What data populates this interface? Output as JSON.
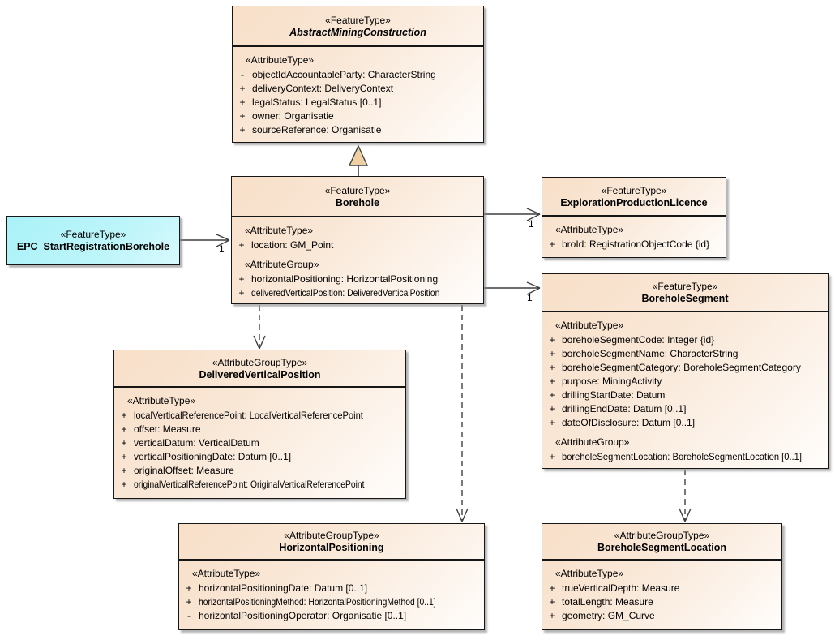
{
  "colors": {
    "box_fill_start": "#f8dfc8",
    "box_fill_end": "#ffffff",
    "epc_fill": "#a9f2f8",
    "generalization_triangle_fill": "#efd0a2",
    "connector_line": "#3f3f3f",
    "box_border": "#161616"
  },
  "boxes": {
    "amc": {
      "stereotype": "«FeatureType»",
      "name": "AbstractMiningConstruction",
      "attr_header": "«AttributeType»",
      "rows": [
        {
          "vis": "-",
          "text": "objectIdAccountableParty: CharacterString"
        },
        {
          "vis": "+",
          "text": "deliveryContext: DeliveryContext"
        },
        {
          "vis": "+",
          "text": "legalStatus: LegalStatus [0..1]"
        },
        {
          "vis": "+",
          "text": "owner: Organisatie"
        },
        {
          "vis": "+",
          "text": "sourceReference: Organisatie"
        }
      ]
    },
    "borehole": {
      "stereotype": "«FeatureType»",
      "name": "Borehole",
      "attr_header": "«AttributeType»",
      "rows": [
        {
          "vis": "+",
          "text": "location: GM_Point"
        }
      ],
      "group_header": "«AttributeGroup»",
      "group_rows": [
        {
          "vis": "+",
          "text": "horizontalPositioning: HorizontalPositioning"
        },
        {
          "vis": "+",
          "text": "deliveredVerticalPosition: DeliveredVerticalPosition"
        }
      ]
    },
    "epc": {
      "stereotype": "«FeatureType»",
      "name": "EPC_StartRegistrationBorehole"
    },
    "epl": {
      "stereotype": "«FeatureType»",
      "name": "ExplorationProductionLicence",
      "attr_header": "«AttributeType»",
      "rows": [
        {
          "vis": "+",
          "text": "broId: RegistrationObjectCode {id}"
        }
      ]
    },
    "segment": {
      "stereotype": "«FeatureType»",
      "name": "BoreholeSegment",
      "attr_header": "«AttributeType»",
      "rows": [
        {
          "vis": "+",
          "text": "boreholeSegmentCode: Integer {id}"
        },
        {
          "vis": "+",
          "text": "boreholeSegmentName: CharacterString"
        },
        {
          "vis": "+",
          "text": "boreholeSegmentCategory: BoreholeSegmentCategory"
        },
        {
          "vis": "+",
          "text": "purpose: MiningActivity"
        },
        {
          "vis": "+",
          "text": "drillingStartDate: Datum"
        },
        {
          "vis": "+",
          "text": "drillingEndDate: Datum [0..1]"
        },
        {
          "vis": "+",
          "text": "dateOfDisclosure: Datum [0..1]"
        }
      ],
      "group_header": "«AttributeGroup»",
      "group_rows": [
        {
          "vis": "+",
          "text": "boreholeSegmentLocation: BoreholeSegmentLocation [0..1]"
        }
      ]
    },
    "dvp": {
      "stereotype": "«AttributeGroupType»",
      "name": "DeliveredVerticalPosition",
      "attr_header": "«AttributeType»",
      "rows": [
        {
          "vis": "+",
          "text": "localVerticalReferencePoint: LocalVerticalReferencePoint"
        },
        {
          "vis": "+",
          "text": "offset: Measure"
        },
        {
          "vis": "+",
          "text": "verticalDatum: VerticalDatum"
        },
        {
          "vis": "+",
          "text": "verticalPositioningDate: Datum [0..1]"
        },
        {
          "vis": "+",
          "text": "originalOffset: Measure"
        },
        {
          "vis": "+",
          "text": "originalVerticalReferencePoint: OriginalVerticalReferencePoint"
        }
      ]
    },
    "hp": {
      "stereotype": "«AttributeGroupType»",
      "name": "HorizontalPositioning",
      "attr_header": "«AttributeType»",
      "rows": [
        {
          "vis": "+",
          "text": "horizontalPositioningDate: Datum [0..1]"
        },
        {
          "vis": "+",
          "text": "horizontalPositioningMethod: HorizontalPositioningMethod [0..1]"
        },
        {
          "vis": "-",
          "text": "horizontalPositioningOperator: Organisatie [0..1]"
        }
      ]
    },
    "bsl": {
      "stereotype": "«AttributeGroupType»",
      "name": "BoreholeSegmentLocation",
      "attr_header": "«AttributeType»",
      "rows": [
        {
          "vis": "+",
          "text": "trueVerticalDepth: Measure"
        },
        {
          "vis": "+",
          "text": "totalLength: Measure"
        },
        {
          "vis": "+",
          "text": "geometry: GM_Curve"
        }
      ]
    }
  },
  "multiplicities": {
    "epc_borehole": "1",
    "borehole_licence": "1",
    "borehole_segment": "1"
  }
}
